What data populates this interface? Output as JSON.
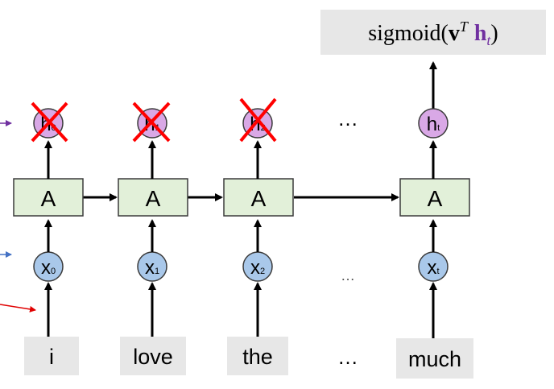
{
  "colors": {
    "cell_fill": "#e2f0d9",
    "cell_stroke": "#3b3b3b",
    "hidden_fill": "#d9a8e6",
    "input_fill": "#a9c8ea",
    "word_fill": "#e7e7e7",
    "output_fill": "#e7e7e7",
    "cross": "#ff0000",
    "arrow": "#000000",
    "math_accent": "#7030a0",
    "side_arrow_purple": "#7030a0",
    "side_arrow_blue": "#4472c4",
    "side_arrow_red": "#e00000"
  },
  "output": {
    "func": "sigmoid(",
    "vec": "v",
    "sup": "T",
    "h": "h",
    "sub": "t",
    "close": ")"
  },
  "cell_label": "A",
  "ellipsis": "…",
  "steps": [
    {
      "word": "i",
      "input_main": "x",
      "input_sub": "0",
      "hidden_main": "h",
      "hidden_sub": "0",
      "crossed": true
    },
    {
      "word": "love",
      "input_main": "x",
      "input_sub": "1",
      "hidden_main": "h",
      "hidden_sub": "1",
      "crossed": true
    },
    {
      "word": "the",
      "input_main": "x",
      "input_sub": "2",
      "hidden_main": "h",
      "hidden_sub": "2",
      "crossed": true
    },
    {
      "word": "much",
      "input_main": "x",
      "input_sub": "t",
      "hidden_main": "h",
      "hidden_sub": "t",
      "crossed": false
    }
  ]
}
